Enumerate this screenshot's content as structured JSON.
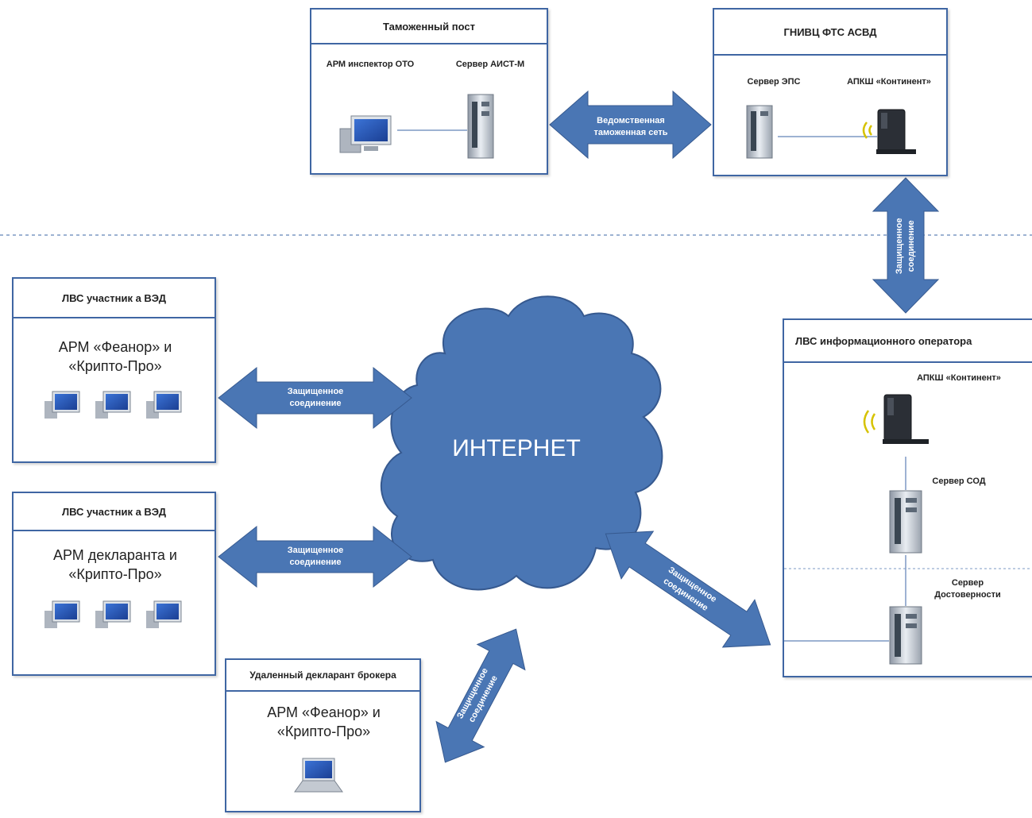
{
  "customs_post": {
    "title": "Таможенный пост",
    "workstation_label": "АРМ инспектор ОТО",
    "server_label": "Сервер АИСТ-М"
  },
  "gnivc": {
    "title": "ГНИВЦ ФТС АСВД",
    "server_label": "Сервер ЭПС",
    "apksh_label": "АПКШ «Континент»"
  },
  "dept_network_label": "Ведомственная таможенная сеть",
  "secure_link_label": "Защищенное соединение",
  "internet_label": "ИНТЕРНЕТ",
  "ved1": {
    "title": "ЛВС участник а ВЭД",
    "content": "АРМ «Феанор» и «Крипто-Про»"
  },
  "ved2": {
    "title": "ЛВС участник а ВЭД",
    "content": "АРМ декларанта и «Крипто-Про»"
  },
  "remote": {
    "title": "Удаленный декларант брокера",
    "content": "АРМ «Феанор» и «Крипто-Про»"
  },
  "info_operator": {
    "title": "ЛВС информационного оператора",
    "apksh_label": "АПКШ «Континент»",
    "sod_label": "Сервер СОД",
    "reliability_label": "Сервер Достоверности"
  },
  "colors": {
    "border": "#3f66a3",
    "arrow_fill": "#4a76b4",
    "cloud_fill": "#4a76b4",
    "dash_line": "#7d99c4"
  },
  "icons": [
    "monitor-icon",
    "server-icon",
    "router-icon",
    "laptop-icon",
    "cloud-icon"
  ]
}
